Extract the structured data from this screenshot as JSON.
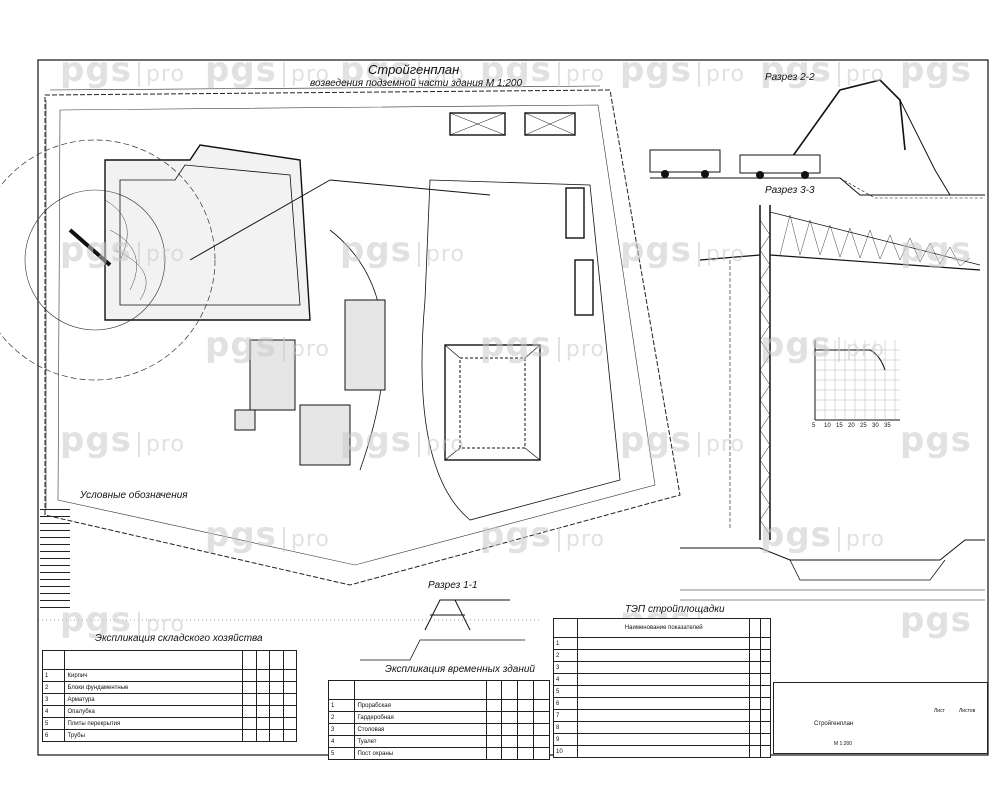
{
  "watermark": {
    "brand": "pgs",
    "suffix": "pro"
  },
  "plan": {
    "title": "Стройгенплан",
    "subtitle": "возведения подземной части здания М 1:200"
  },
  "sections": {
    "s22": "Разрез 2-2",
    "s33": "Разрез 3-3",
    "s11": "Разрез 1-1",
    "tep": "ТЭП стройплощадки"
  },
  "legend": {
    "title": "Условные обозначения",
    "items": [
      {
        "label": ""
      },
      {
        "label": ""
      },
      {
        "label": ""
      },
      {
        "label": ""
      },
      {
        "label": ""
      },
      {
        "label": ""
      },
      {
        "label": ""
      },
      {
        "label": ""
      },
      {
        "label": ""
      },
      {
        "label": ""
      },
      {
        "label": ""
      },
      {
        "label": ""
      },
      {
        "label": ""
      },
      {
        "label": ""
      },
      {
        "label": ""
      }
    ]
  },
  "graph": {
    "axis_ticks": [
      "5",
      "10",
      "15",
      "20",
      "25",
      "30",
      "35"
    ]
  },
  "table_storage": {
    "title": "Экспликация складского хозяйства",
    "rows": [
      {
        "n": "1",
        "name": "Кирпич"
      },
      {
        "n": "2",
        "name": "Блоки фундаментные"
      },
      {
        "n": "3",
        "name": "Арматура"
      },
      {
        "n": "4",
        "name": "Опалубка"
      },
      {
        "n": "5",
        "name": "Плиты перекрытия"
      },
      {
        "n": "6",
        "name": "Трубы"
      }
    ]
  },
  "table_buildings": {
    "title": "Экспликация временных зданий",
    "rows": [
      {
        "n": "1",
        "name": "Прорабская"
      },
      {
        "n": "2",
        "name": "Гардеробная"
      },
      {
        "n": "3",
        "name": "Столовая"
      },
      {
        "n": "4",
        "name": "Туалет"
      },
      {
        "n": "5",
        "name": "Пост охраны"
      }
    ]
  },
  "table_tep": {
    "head_name": "Наименование показателей",
    "rows": [
      {
        "n": "1"
      },
      {
        "n": "2"
      },
      {
        "n": "3"
      },
      {
        "n": "4"
      },
      {
        "n": "5"
      },
      {
        "n": "6"
      },
      {
        "n": "7"
      },
      {
        "n": "8"
      },
      {
        "n": "9"
      },
      {
        "n": "10"
      }
    ]
  },
  "stamp": {
    "org_line": "",
    "title_line": "Стройгенплан",
    "sheet_label": "Лист",
    "sheets_label": "Листов",
    "scale": "М 1:200"
  }
}
